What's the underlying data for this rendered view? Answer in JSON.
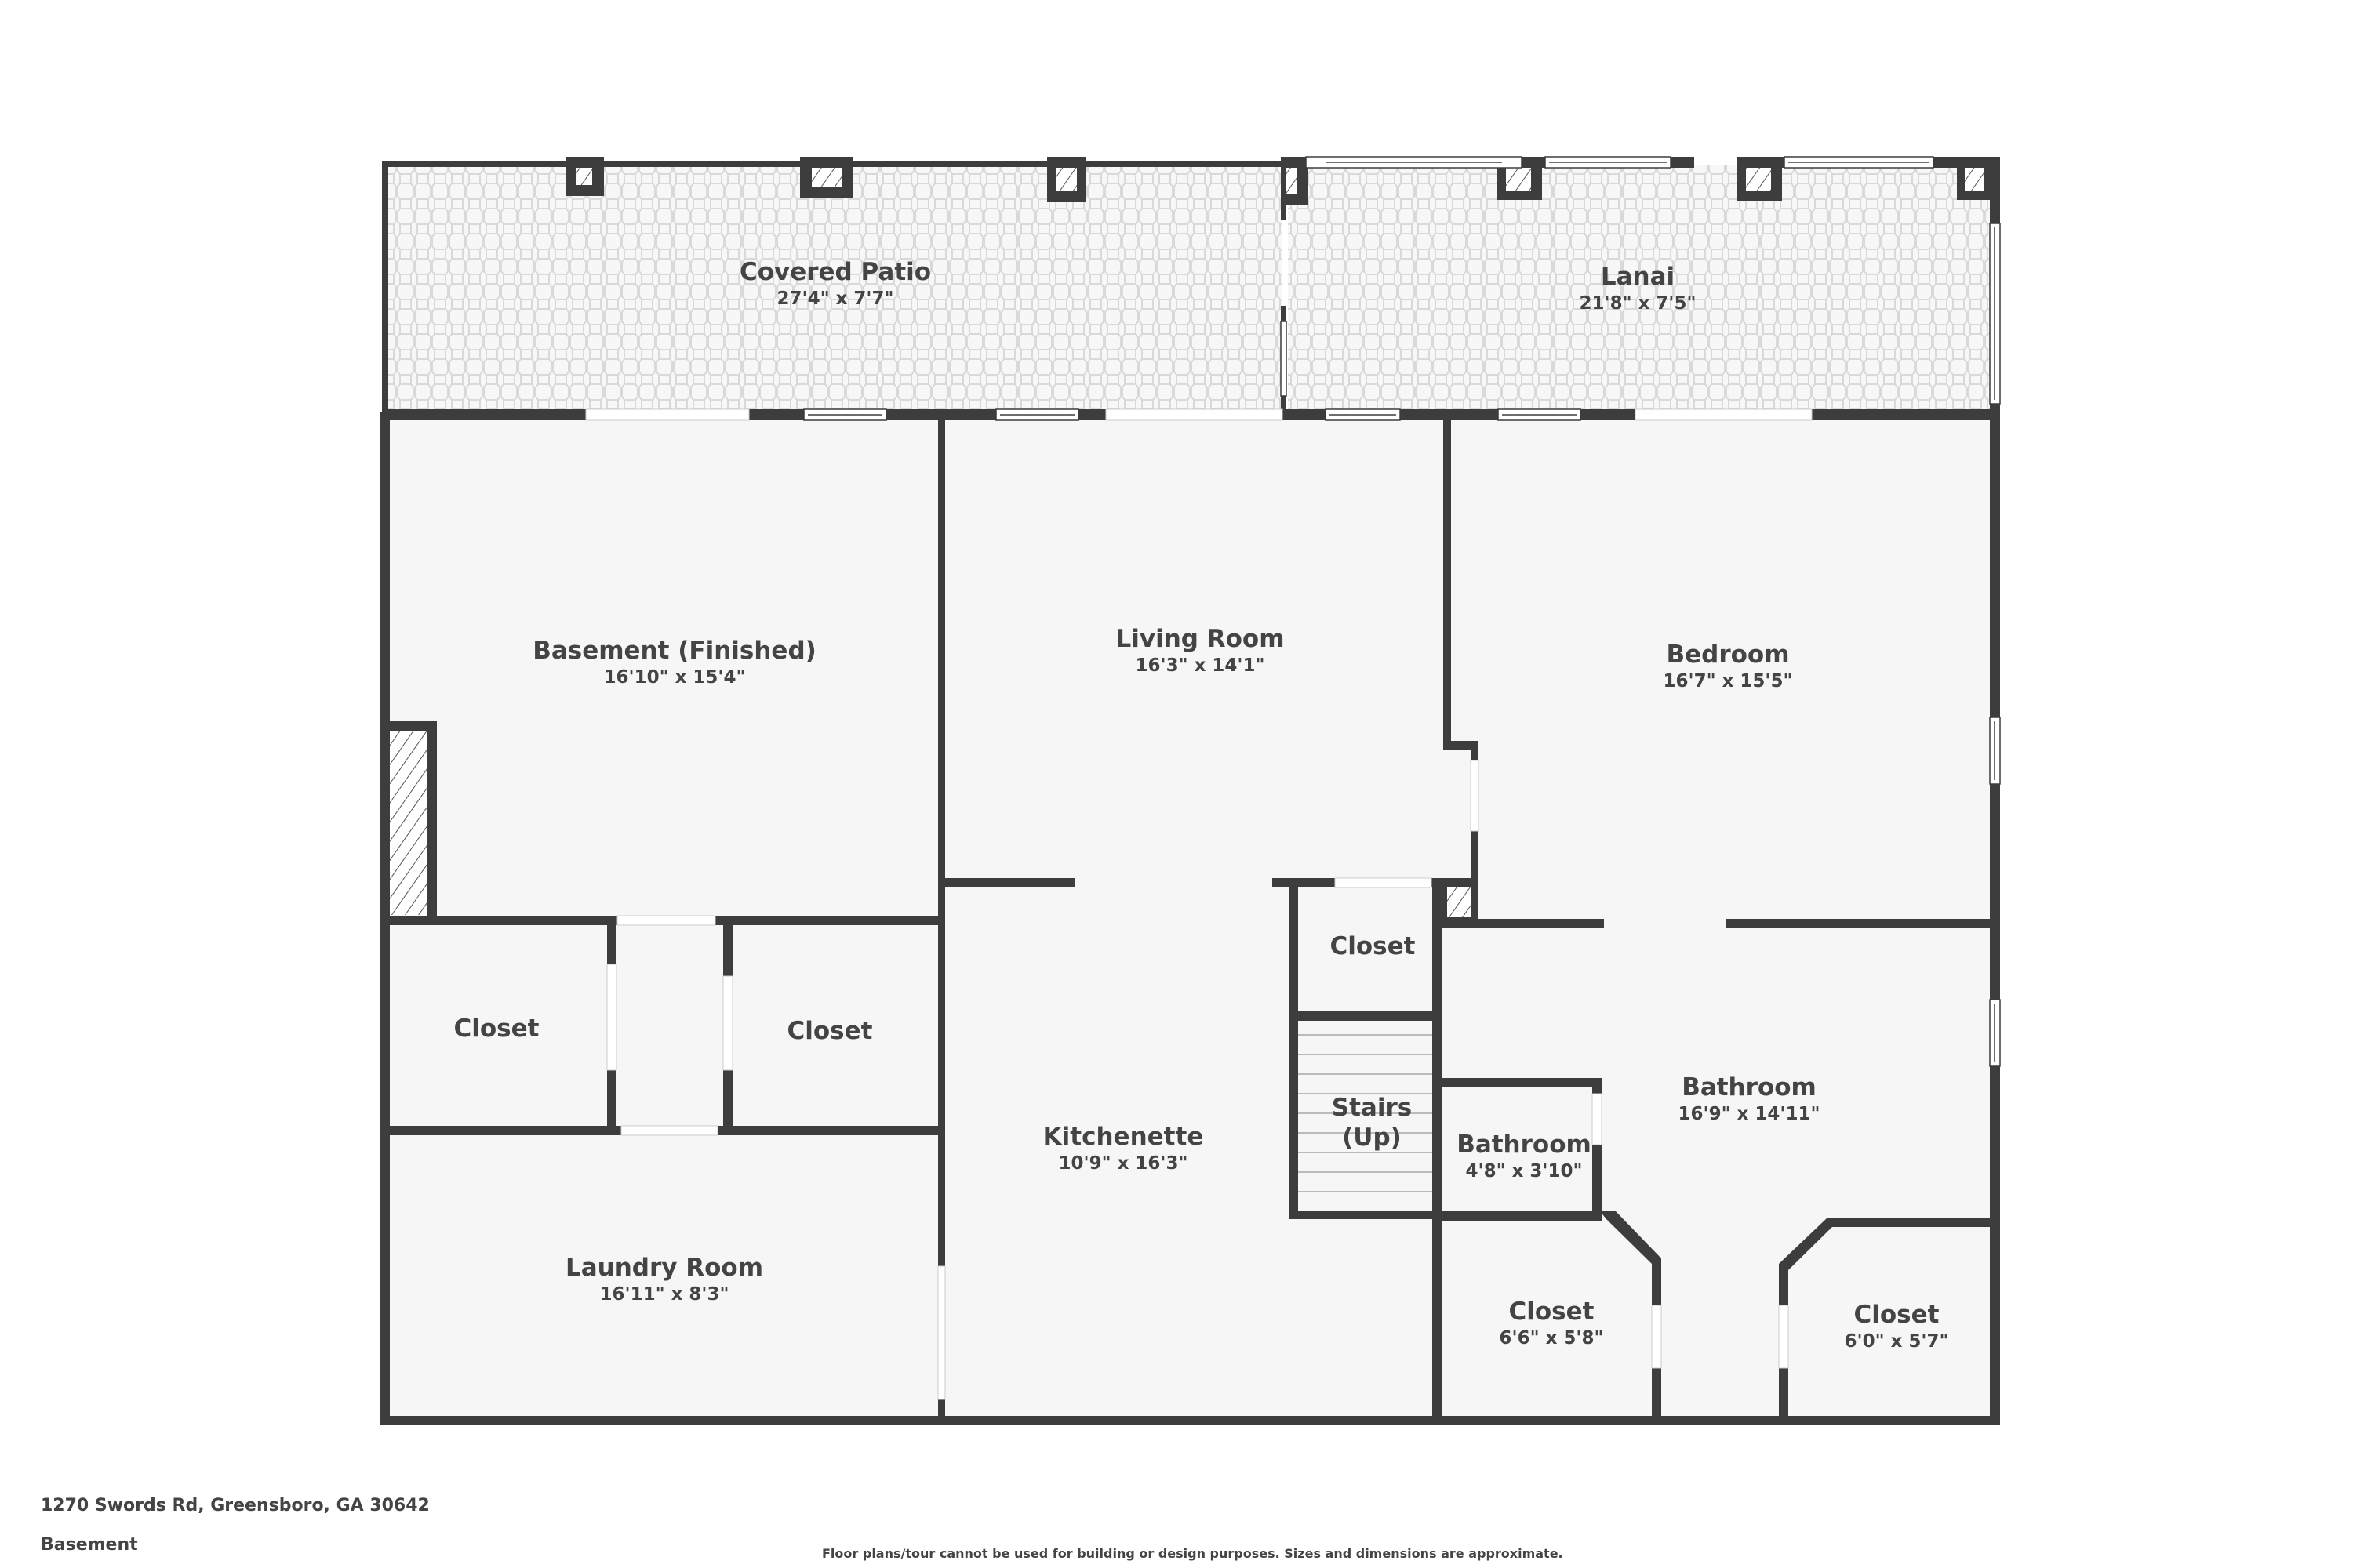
{
  "floor_plan": {
    "level": "Basement",
    "address": "1270 Swords Rd, Greensboro, GA 30642",
    "disclaimer": "Floor plans/tour cannot be used for building or design purposes. Sizes and dimensions are approximate.",
    "colors": {
      "wall": "#3d3d3d",
      "floor": "#f6f6f6",
      "tile_line": "#d9d9d9",
      "opening": "#ffffff",
      "text": "#444444"
    },
    "rooms": [
      {
        "name": "Covered Patio",
        "dimensions": "27'4\" x 7'7\""
      },
      {
        "name": "Lanai",
        "dimensions": "21'8\" x 7'5\""
      },
      {
        "name": "Basement (Finished)",
        "dimensions": "16'10\" x 15'4\""
      },
      {
        "name": "Living Room",
        "dimensions": "16'3\" x 14'1\""
      },
      {
        "name": "Bedroom",
        "dimensions": "16'7\" x 15'5\""
      },
      {
        "name": "Closet",
        "dimensions": ""
      },
      {
        "name": "Closet",
        "dimensions": ""
      },
      {
        "name": "Closet",
        "dimensions": ""
      },
      {
        "name": "Stairs",
        "dimensions": "(Up)"
      },
      {
        "name": "Bathroom",
        "dimensions": "16'9\" x 14'11\""
      },
      {
        "name": "Bathroom",
        "dimensions": "4'8\" x 3'10\""
      },
      {
        "name": "Kitchenette",
        "dimensions": "10'9\" x 16'3\""
      },
      {
        "name": "Laundry Room",
        "dimensions": "16'11\" x 8'3\""
      },
      {
        "name": "Closet",
        "dimensions": "6'6\" x 5'8\""
      },
      {
        "name": "Closet",
        "dimensions": "6'0\" x 5'7\""
      }
    ]
  }
}
